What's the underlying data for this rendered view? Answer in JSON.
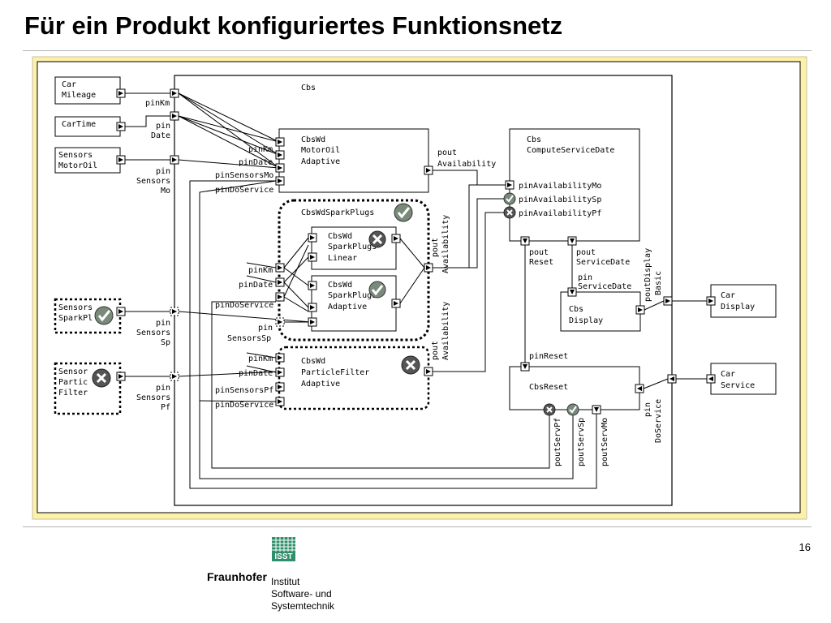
{
  "title": "Für ein Produkt konfiguriertes Funktionsnetz",
  "slide_number": "16",
  "colors": {
    "panel_fill": "#fdf0a8",
    "panel_border": "#c8c0a0",
    "check": "#7a8a7a",
    "cross": "#555555"
  },
  "logo": {
    "brand": "Fraunhofer",
    "badge": "ISST",
    "institute_lines": [
      "Institut",
      "Software- und",
      "Systemtechnik"
    ]
  },
  "diagram": {
    "container": "Cbs",
    "inputs": {
      "car_mileage": [
        "Car",
        "Mileage"
      ],
      "car_time": [
        "CarTime"
      ],
      "sensors_motoroil": [
        "Sensors",
        "MotorOil"
      ],
      "sensors_sparkplugs": [
        "Sensors",
        "SparkPl"
      ],
      "sensors_particle": [
        "Sensor",
        "Partic",
        "Filter"
      ]
    },
    "outputs": {
      "car_display": [
        "Car",
        "Display"
      ],
      "car_service": [
        "Car",
        "Service"
      ]
    },
    "ports": {
      "pinKm": "pinKm",
      "pin_date": [
        "pin",
        "Date"
      ],
      "pin_sensors_mo": [
        "pin",
        "Sensors",
        "Mo"
      ],
      "pin_sensors_sp": [
        "pin",
        "Sensors",
        "Sp"
      ],
      "pin_sensors_pf": [
        "pin",
        "Sensors",
        "Pf"
      ]
    },
    "motoroil": {
      "name": [
        "CbsWd",
        "MotorOil",
        "Adaptive"
      ],
      "pins": [
        "pinKm",
        "pinDate",
        "pinSensorsMo",
        "pinDoService"
      ],
      "pout": [
        "pout",
        "Availability"
      ]
    },
    "sparkplugs": {
      "name": "CbsWdSparkPlugs",
      "linear": [
        "CbsWd",
        "SparkPlugs",
        "Linear"
      ],
      "adaptive": [
        "CbsWd",
        "SparkPlugs",
        "Adaptive"
      ],
      "pins": [
        "pinKm",
        "pinDate",
        "pinDoService",
        "pin",
        "SensorsSp"
      ],
      "pout": [
        "pout",
        "Availability"
      ]
    },
    "particle": {
      "name": [
        "CbsWd",
        "ParticleFilter",
        "Adaptive"
      ],
      "pins": [
        "pinKm",
        "pinDate",
        "pinSensorsPf",
        "pinDoService"
      ],
      "pout": [
        "pout",
        "Availability"
      ]
    },
    "compute": {
      "name": [
        "Cbs",
        "ComputeServiceDate"
      ],
      "pins": [
        "pinAvailabilityMo",
        "pinAvailabilitySp",
        "pinAvailabilityPf"
      ],
      "pout_reset": [
        "pout",
        "Reset"
      ],
      "pout_servicedate": [
        "pout",
        "ServiceDate"
      ]
    },
    "display": {
      "name": [
        "Cbs",
        "Display"
      ],
      "pin_servicedate": [
        "pin",
        "ServiceDate"
      ],
      "pout_display": [
        "poutDisplay",
        "Basic"
      ]
    },
    "reset": {
      "name": "CbsReset",
      "pinReset": "pinReset",
      "pin_doservice": [
        "pin",
        "DoService"
      ],
      "pouts": [
        "poutServPf",
        "poutServSp",
        "poutServMo"
      ]
    }
  }
}
